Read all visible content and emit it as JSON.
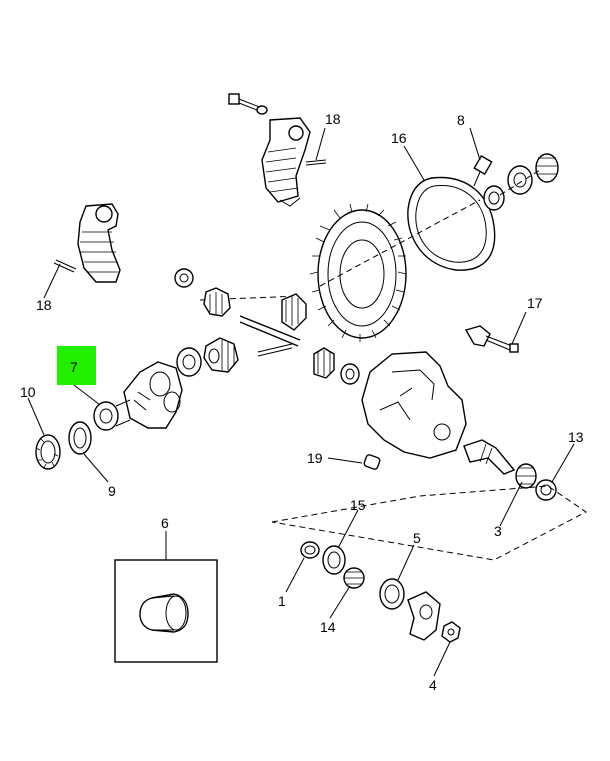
{
  "callouts": {
    "c1": "1",
    "c3": "3",
    "c4": "4",
    "c5": "5",
    "c6": "6",
    "c7": "7",
    "c8": "8",
    "c9": "9",
    "c10": "10",
    "c13": "13",
    "c14": "14",
    "c15": "15",
    "c16": "16",
    "c17": "17",
    "c18a": "18",
    "c18b": "18",
    "c19": "19"
  },
  "highlight": {
    "callout": "7",
    "color": "#22ee00"
  }
}
